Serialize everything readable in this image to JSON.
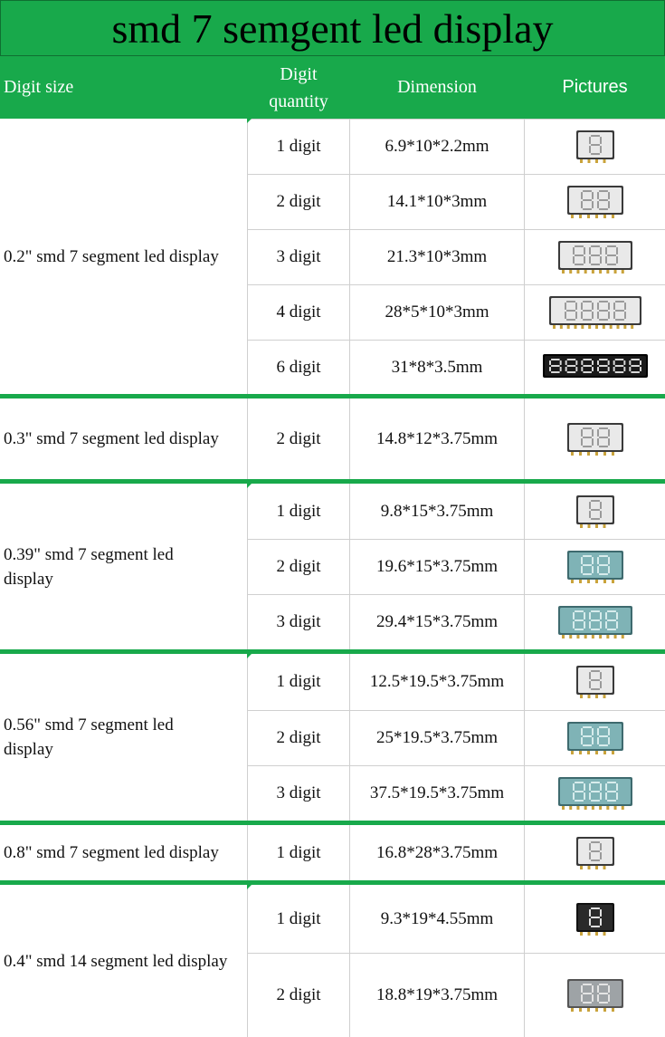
{
  "title": "smd 7 semgent led display",
  "header": {
    "digit_size": "Digit size",
    "digit_quantity_line1": "Digit",
    "digit_quantity_line2": "quantity",
    "dimension": "Dimension",
    "pictures": "Pictures"
  },
  "colors": {
    "header_green": "#18a94b",
    "grid_line": "#d0d0d0"
  },
  "groups": [
    {
      "size": "0.2\" smd 7 segment led display",
      "rows": [
        {
          "qty": "1 digit",
          "dim": "6.9*10*2.2mm",
          "digits": 1,
          "style": "white-small"
        },
        {
          "qty": "2 digit",
          "dim": "14.1*10*3mm",
          "digits": 2,
          "style": "white-small"
        },
        {
          "qty": "3 digit",
          "dim": "21.3*10*3mm",
          "digits": 3,
          "style": "white-small"
        },
        {
          "qty": "4 digit",
          "dim": "28*5*10*3mm",
          "digits": 4,
          "style": "white-small"
        },
        {
          "qty": "6 digit",
          "dim": "31*8*3.5mm",
          "digits": 6,
          "style": "black"
        }
      ]
    },
    {
      "size": "0.3\" smd 7 segment led display",
      "rows": [
        {
          "qty": "2 digit",
          "dim": "14.8*12*3.75mm",
          "digits": 2,
          "style": "white"
        }
      ]
    },
    {
      "size": "0.39\" smd 7 segment led display",
      "rows": [
        {
          "qty": "1 digit",
          "dim": "9.8*15*3.75mm",
          "digits": 1,
          "style": "white"
        },
        {
          "qty": "2 digit",
          "dim": "19.6*15*3.75mm",
          "digits": 2,
          "style": "teal"
        },
        {
          "qty": "3 digit",
          "dim": "29.4*15*3.75mm",
          "digits": 3,
          "style": "teal"
        }
      ]
    },
    {
      "size": "0.56\" smd 7 segment led display",
      "rows": [
        {
          "qty": "1 digit",
          "dim": "12.5*19.5*3.75mm",
          "digits": 1,
          "style": "white"
        },
        {
          "qty": "2 digit",
          "dim": "25*19.5*3.75mm",
          "digits": 2,
          "style": "teal"
        },
        {
          "qty": "3 digit",
          "dim": "37.5*19.5*3.75mm",
          "digits": 3,
          "style": "teal"
        }
      ]
    },
    {
      "size": "0.8\" smd 7 segment led display",
      "rows": [
        {
          "qty": "1 digit",
          "dim": "16.8*28*3.75mm",
          "digits": 1,
          "style": "white"
        }
      ]
    },
    {
      "size": "0.4\" smd 14 segment led display",
      "rows": [
        {
          "qty": "1 digit",
          "dim": "9.3*19*4.55mm",
          "digits": 1,
          "style": "fourteen-dark"
        },
        {
          "qty": "2 digit",
          "dim": "18.8*19*3.75mm",
          "digits": 2,
          "style": "fourteen-grey"
        }
      ]
    }
  ]
}
